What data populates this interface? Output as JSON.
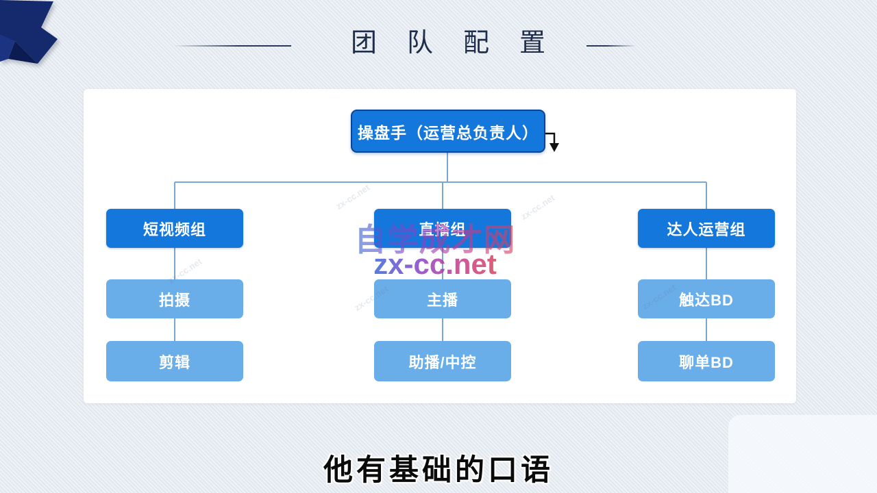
{
  "slide": {
    "title": "团队配置",
    "caption": "他有基础的口语"
  },
  "org_chart": {
    "root": {
      "label": "操盘手（运营总负责人）"
    },
    "columns": [
      {
        "head": "短视频组",
        "children": [
          "拍摄",
          "剪辑"
        ]
      },
      {
        "head": "直播组",
        "children": [
          "主播",
          "助播/中控"
        ]
      },
      {
        "head": "达人运营组",
        "children": [
          "触达BD",
          "聊单BD"
        ]
      }
    ]
  },
  "watermark": {
    "site_name": "自学成才网",
    "site_url": "zx-cc.net",
    "tile_text": "zx-cc.net"
  },
  "colors": {
    "group_box_blue": "#1377db",
    "group_box_border": "#0d4594",
    "member_box_blue": "#69ade9",
    "connector_blue": "#79a7d2",
    "title_navy": "#1f2e4b",
    "ribbon_navy": "#15296d",
    "background": "#e8edf2",
    "arrow_black": "#111111"
  }
}
